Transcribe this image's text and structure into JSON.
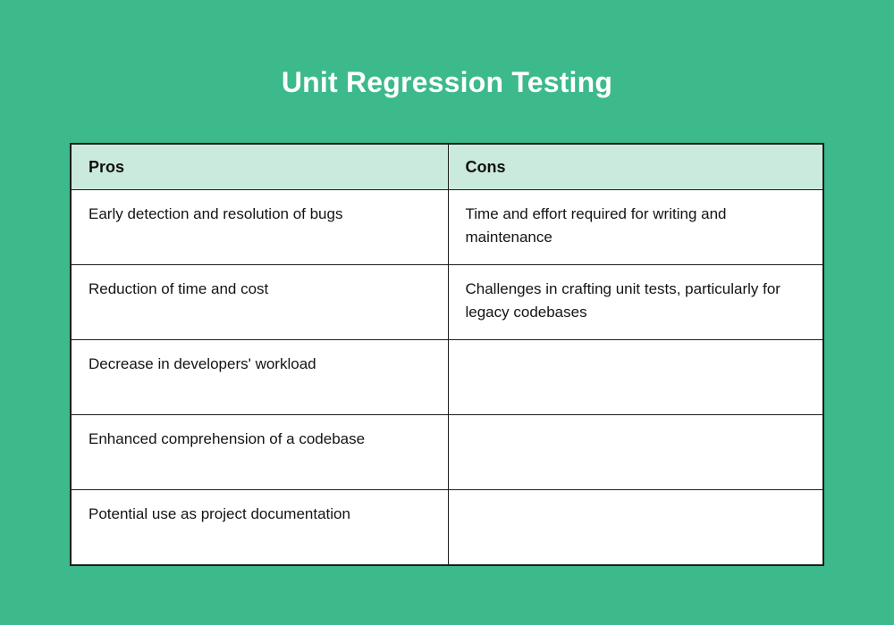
{
  "slide": {
    "title": "Unit Regression Testing",
    "background_color": "#3cba8b",
    "title_color": "#ffffff"
  },
  "table": {
    "header_background": "#cbeade",
    "border_color": "#1c1c1c",
    "cell_background": "#ffffff",
    "text_color": "#141414",
    "columns": [
      {
        "key": "pros",
        "label": "Pros"
      },
      {
        "key": "cons",
        "label": "Cons"
      }
    ],
    "rows": [
      {
        "pros": "Early detection and resolution of bugs",
        "cons": "Time and effort required for writing and maintenance"
      },
      {
        "pros": "Reduction of time and cost",
        "cons": "Challenges in crafting unit tests, particularly for legacy codebases"
      },
      {
        "pros": "Decrease in developers' workload",
        "cons": ""
      },
      {
        "pros": "Enhanced comprehension of a codebase",
        "cons": ""
      },
      {
        "pros": "Potential use as project documentation",
        "cons": ""
      }
    ]
  }
}
